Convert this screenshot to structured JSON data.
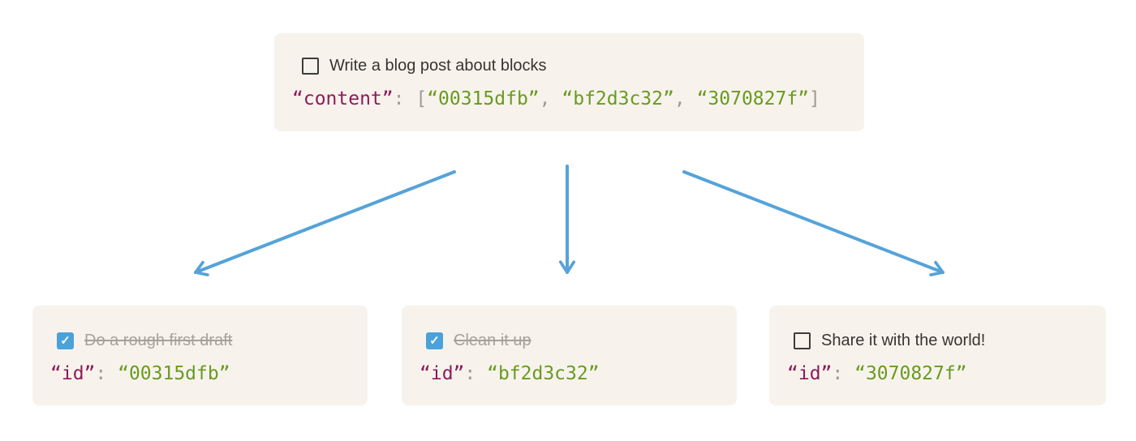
{
  "diagram": {
    "parent": {
      "todo": {
        "label": "Write a blog post about blocks",
        "checked": false
      },
      "code": {
        "key": "“content”",
        "colon": ": ",
        "bracket_open": "[",
        "items": [
          "“00315dfb”",
          "“bf2d3c32”",
          "“3070827f”"
        ],
        "comma": ", ",
        "bracket_close": "]"
      }
    },
    "children": [
      {
        "todo": {
          "label": "Do a rough first draft",
          "checked": true
        },
        "code": {
          "key": "“id”",
          "colon": ": ",
          "value": "“00315dfb”"
        }
      },
      {
        "todo": {
          "label": "Clean it up",
          "checked": true
        },
        "code": {
          "key": "“id”",
          "colon": ": ",
          "value": "“bf2d3c32”"
        }
      },
      {
        "todo": {
          "label": "Share it with the world!",
          "checked": false
        },
        "code": {
          "key": "“id”",
          "colon": ": ",
          "value": "“3070827f”"
        }
      }
    ]
  },
  "icons": {
    "check_icon": "✓"
  },
  "colors": {
    "page_bg": "#ffffff",
    "block_bg": "#f7f3ec",
    "text": "#37352f",
    "completed_text": "#a5a29b",
    "checkbox_border": "#3e3c37",
    "checkbox_checked_bg": "#4ba1d9",
    "code_key": "#8e1a5b",
    "code_string": "#699b1f",
    "code_punctuation": "#9e9b94",
    "arrow": "#55a3d9"
  }
}
